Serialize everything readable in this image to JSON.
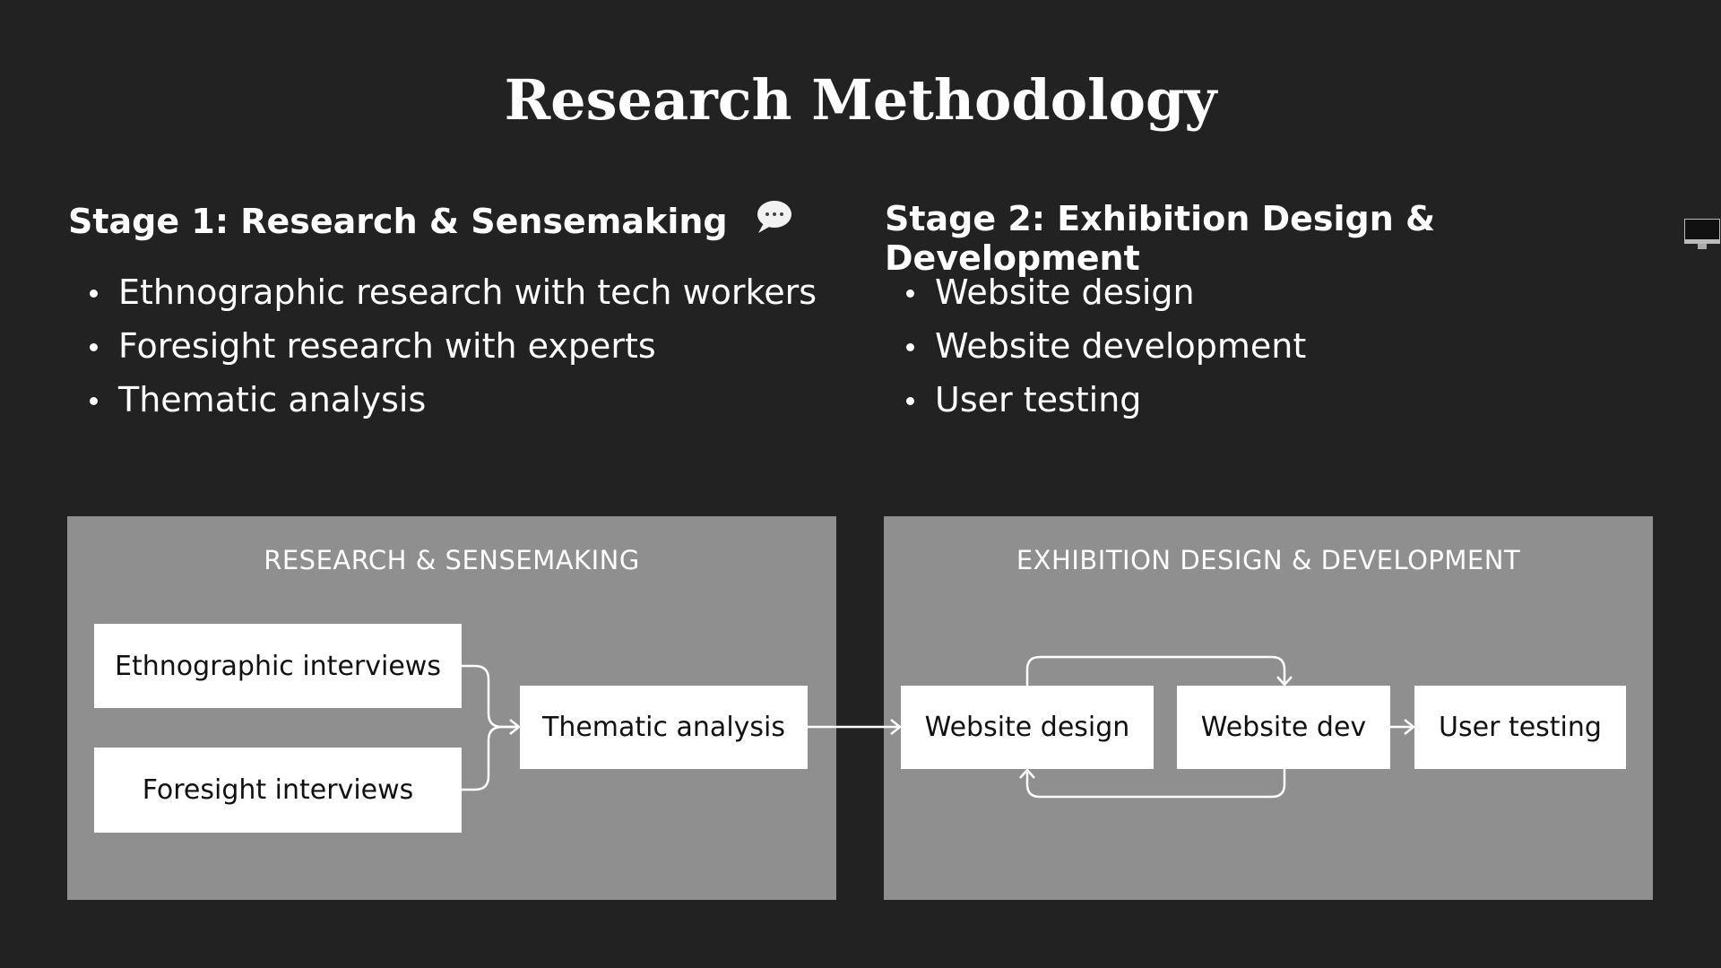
{
  "title": "Research Methodology",
  "stages": [
    {
      "heading": "Stage 1: Research & Sensemaking",
      "icon": "speech-bubble-icon",
      "bullets": [
        "Ethnographic research with tech workers",
        "Foresight research with experts",
        "Thematic analysis"
      ]
    },
    {
      "heading": "Stage 2: Exhibition Design & Development",
      "icon": "desktop-computer-icon",
      "bullets": [
        "Website design",
        "Website development",
        "User testing"
      ]
    }
  ],
  "diagram": {
    "panels": [
      {
        "label": "RESEARCH & SENSEMAKING",
        "boxes": [
          "Ethnographic interviews",
          "Foresight interviews",
          "Thematic analysis"
        ]
      },
      {
        "label": "EXHIBITION DESIGN & DEVELOPMENT",
        "boxes": [
          "Website design",
          "Website dev",
          "User testing"
        ]
      }
    ]
  }
}
